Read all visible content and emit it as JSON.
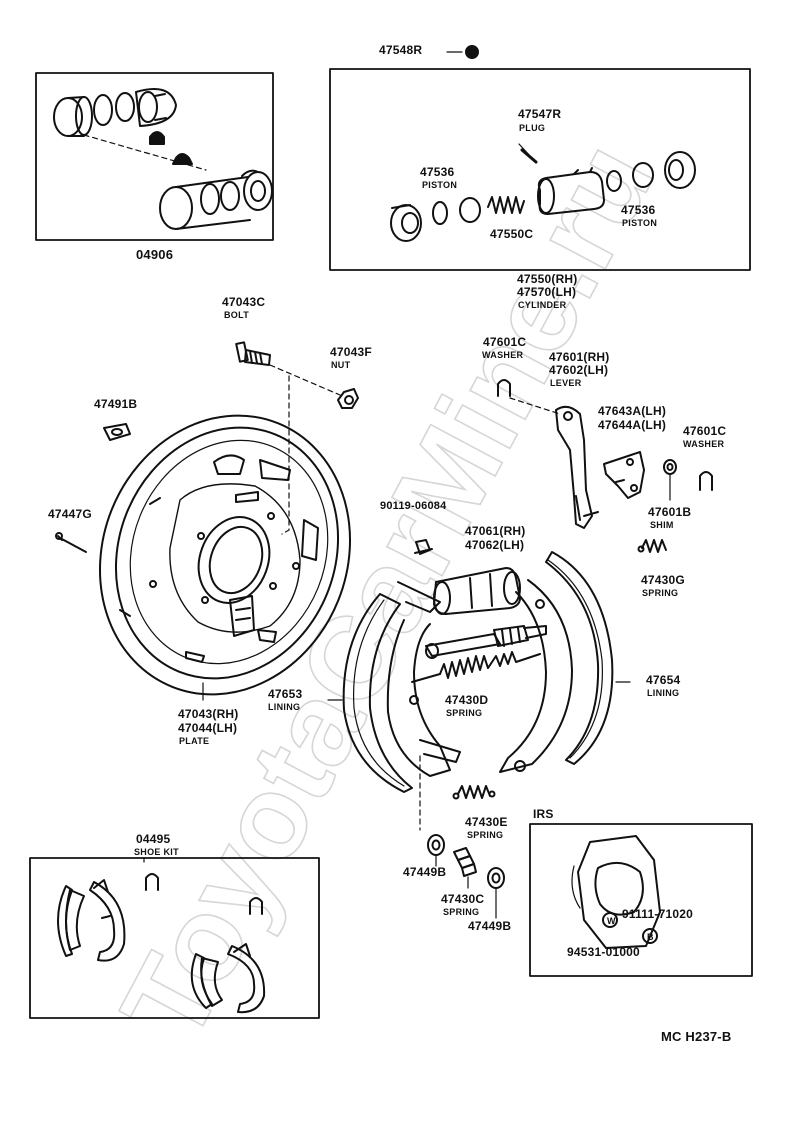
{
  "watermark": "ToyotaCarMine.ru",
  "footer": {
    "code": "MC  H237-B"
  },
  "labels": {
    "p47548r": "47548R",
    "p04906": "04906",
    "p47547r": "47547R",
    "plug": "PLUG",
    "p47536a": "47536",
    "piston_a": "PISTON",
    "p47536b": "47536",
    "piston_b": "PISTON",
    "p47550c": "47550C",
    "p47550rh": "47550(RH)",
    "p47570lh": "47570(LH)",
    "cylinder": "CYLINDER",
    "p47043c": "47043C",
    "bolt": "BOLT",
    "p47043f": "47043F",
    "nut": "NUT",
    "p47601c_a": "47601C",
    "washer_a": "WASHER",
    "p47601rh": "47601(RH)",
    "p47602lh": "47602(LH)",
    "lever": "LEVER",
    "p47491b": "47491B",
    "p47643a": "47643A(LH)",
    "p47644a": "47644A(LH)",
    "p47601c_b": "47601C",
    "washer_b": "WASHER",
    "p47601b": "47601B",
    "shim": "SHIM",
    "p47447g": "47447G",
    "p90119": "90119-06084",
    "p47061rh": "47061(RH)",
    "p47062lh": "47062(LH)",
    "p47430g": "47430G",
    "spring_g": "SPRING",
    "p47654": "47654",
    "lining_r": "LINING",
    "p47653": "47653",
    "lining_l": "LINING",
    "p47430d": "47430D",
    "spring_d": "SPRING",
    "p47043rh": "47043(RH)",
    "p47044lh": "47044(LH)",
    "plate": "PLATE",
    "p47430e": "47430E",
    "spring_e": "SPRING",
    "p04495": "04495",
    "shoe_kit": "SHOE KIT",
    "irs": "IRS",
    "p47449b_a": "47449B",
    "p47430c": "47430C",
    "spring_c": "SPRING",
    "p47449b_b": "47449B",
    "p91111": "91111-71020",
    "p94531": "94531-01000",
    "mark_w": "W",
    "mark_b": "B"
  }
}
